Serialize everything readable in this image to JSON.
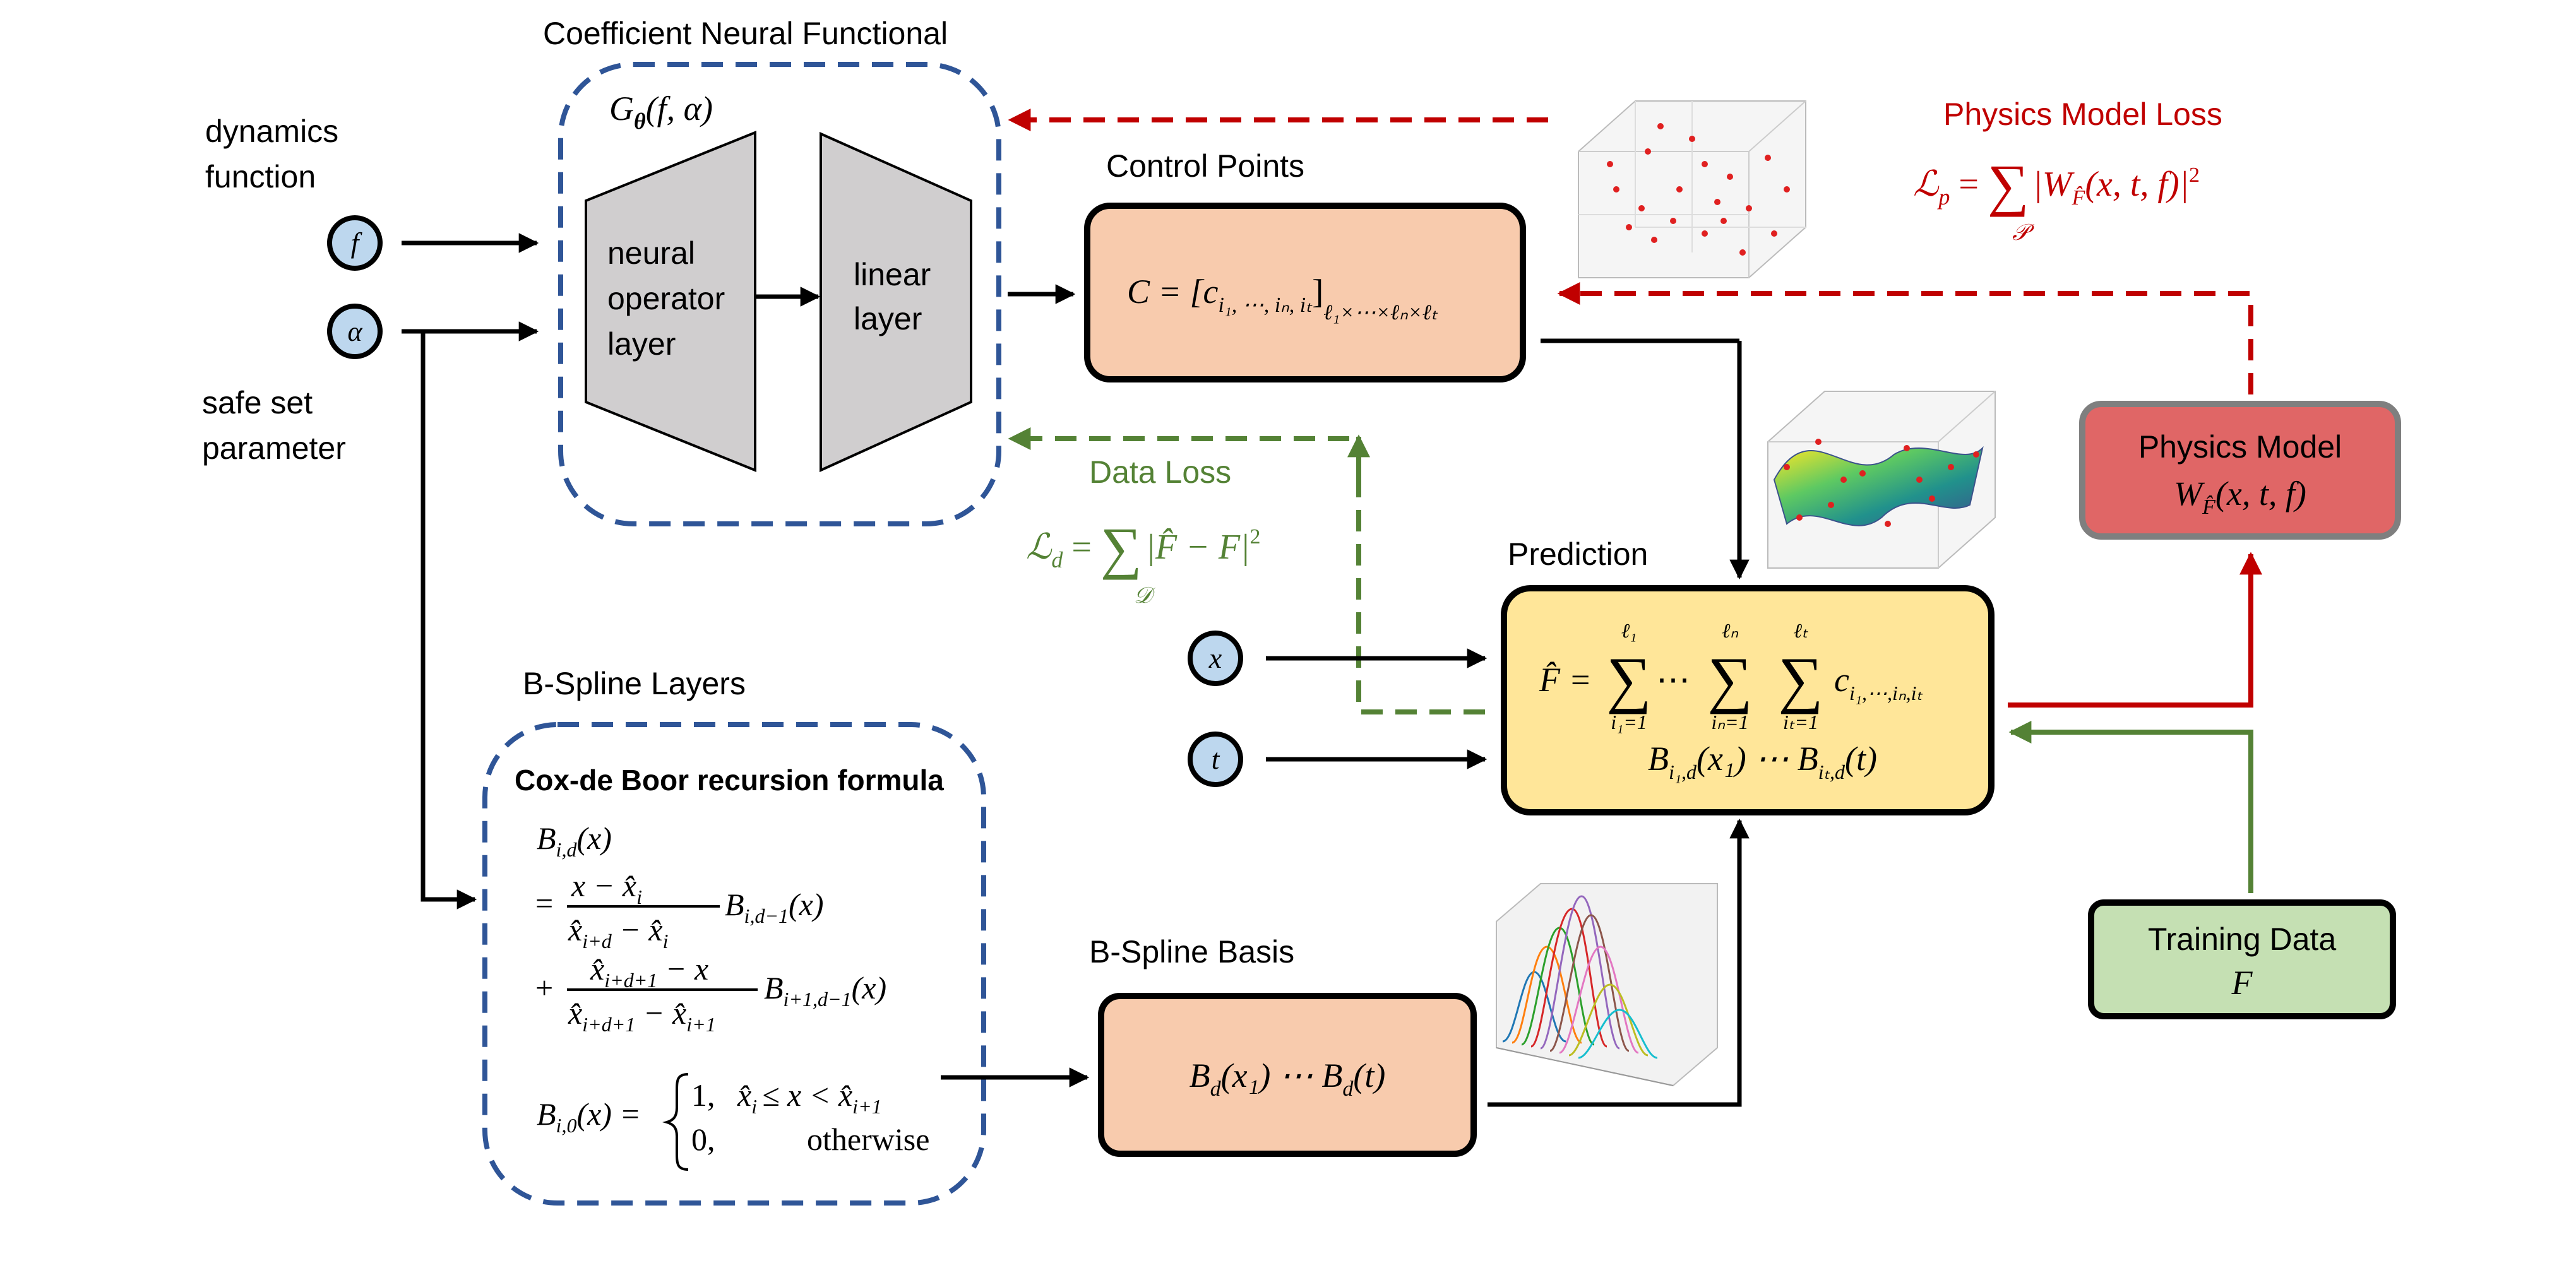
{
  "colors": {
    "blue_dash": "#2f5597",
    "red": "#c00000",
    "green": "#548235",
    "orange_fill": "#f8cbad",
    "yellow_fill": "#ffe699",
    "physics_fill": "#e06666",
    "training_fill": "#c5e0b3",
    "gray_layer": "#d0cecf",
    "input_circle": "#bdd7ee"
  },
  "inputs": {
    "dynamics_label_1": "dynamics",
    "dynamics_label_2": "function",
    "f_symbol": "f",
    "alpha_symbol": "α",
    "safe_label_1": "safe set",
    "safe_label_2": "parameter",
    "x_symbol": "x",
    "t_symbol": "t"
  },
  "cnf": {
    "title": "Coefficient Neural Functional",
    "G_symbol": "G",
    "G_sub": "θ",
    "G_args": "(f, α)",
    "neural_op_1": "neural",
    "neural_op_2": "operator",
    "neural_op_3": "layer",
    "linear_1": "linear",
    "linear_2": "layer"
  },
  "control_points": {
    "title": "Control Points",
    "C_lhs": "C = [c",
    "C_idx": "i₁, ⋯, iₙ, iₜ",
    "C_rb": "]",
    "C_dims": "ℓ₁×⋯×ℓₙ×ℓₜ"
  },
  "physics_loss": {
    "title": "Physics Model Loss",
    "lhs": "ℒ",
    "lhs_sub": "p",
    "eq": "=",
    "sum": "∑",
    "sum_sub": "𝒫",
    "rhs": "|W",
    "rhs_sub": "F̂",
    "rhs2": "(x, t, f)|",
    "rhs_sup": "2"
  },
  "data_loss": {
    "title": "Data Loss",
    "lhs": "ℒ",
    "lhs_sub": "d",
    "eq": "=",
    "sum": "∑",
    "sum_sub": "𝒟",
    "rhs": "|F̂ − F|",
    "rhs_sup": "2"
  },
  "physics_model": {
    "title": "Physics Model",
    "W": "W",
    "W_sub": "F̂",
    "args": "(x, t, f)"
  },
  "prediction": {
    "title": "Prediction",
    "Fhat": "F̂ =",
    "sum": "∑",
    "dots": "⋯",
    "lim1_top": "ℓ₁",
    "lim1_bot": "i₁=1",
    "limn_top": "ℓₙ",
    "limn_bot": "iₙ=1",
    "limt_top": "ℓₜ",
    "limt_bot": "iₜ=1",
    "coef": "c",
    "coef_sub": "i₁,⋯,iₙ,iₜ",
    "basis_line": "B",
    "basis_sub1": "i₁,d",
    "basis_mid": "(x₁) ⋯ B",
    "basis_sub2": "iₜ,d",
    "basis_end": "(t)"
  },
  "training": {
    "title": "Training Data",
    "symbol": "F"
  },
  "bspline_layers": {
    "title": "B-Spline Layers",
    "formula_title": "Cox-de Boor recursion formula",
    "B_lhs": "B",
    "B_lhs_sub": "i,d",
    "B_lhs_arg": "(x)",
    "eq1": "=",
    "num1": "x − x̂",
    "num1_sub": "i",
    "den1": "x̂",
    "den1_sub": "i+d",
    "den1_b": " − x̂",
    "den1_sub_b": "i",
    "term1": "B",
    "term1_sub": "i,d−1",
    "term1_arg": "(x)",
    "plus": "+",
    "num2": "x̂",
    "num2_sub": "i+d+1",
    "num2_b": " − x",
    "den2": "x̂",
    "den2_sub": "i+d+1",
    "den2_b": " − x̂",
    "den2_sub_b": "i+1",
    "term2": "B",
    "term2_sub": "i+1,d−1",
    "term2_arg": "(x)",
    "B0": "B",
    "B0_sub": "i,0",
    "B0_arg": "(x) =",
    "case1_val": "1,",
    "case1_cond": "x̂",
    "case1_sub": "i",
    "case1_cond2": "≤ x < x̂",
    "case1_sub2": "i+1",
    "case2_val": "0,",
    "case2_cond": "otherwise"
  },
  "bspline_basis": {
    "title": "B-Spline Basis",
    "B1": "B",
    "B1_sub": "d",
    "B1_arg": "(x₁) ⋯ B",
    "B2_sub": "d",
    "B2_arg": "(t)"
  }
}
